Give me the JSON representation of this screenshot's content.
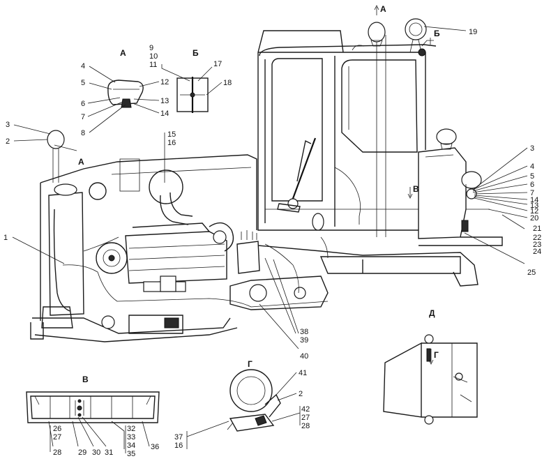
{
  "view_letters": {
    "a_top": "А",
    "b_top": "Б",
    "v_mid": "В",
    "a_inset": "А",
    "b_inset": "Б",
    "a_lamp": "А",
    "v_inset": "В",
    "g_inset": "Г",
    "d_inset": "Д",
    "g_arrow": "Г"
  },
  "callouts": {
    "c1": "1",
    "c2a": "2",
    "c3a": "3",
    "c4a": "4",
    "c5a": "5",
    "c6a": "6",
    "c7a": "7",
    "c8a": "8",
    "c9": "9",
    "c10": "10",
    "c11": "11",
    "c12a": "12",
    "c13a": "13",
    "c14a": "14",
    "c15": "15",
    "c16a": "16",
    "c17": "17",
    "c18": "18",
    "c19": "19",
    "c3b": "3",
    "c4b": "4",
    "c5b": "5",
    "c6b": "6",
    "c7b": "7",
    "c14b": "14",
    "c13b": "13",
    "c12b": "12",
    "c20": "20",
    "c21": "21",
    "c22": "22",
    "c23": "23",
    "c24": "24",
    "c25": "25",
    "c38": "38",
    "c39": "39",
    "c40": "40",
    "c26": "26",
    "c27a": "27",
    "c28a": "28",
    "c29": "29",
    "c30": "30",
    "c31": "31",
    "c32": "32",
    "c33": "33",
    "c34": "34",
    "c35": "35",
    "c36": "36",
    "c41": "41",
    "c2b": "2",
    "c42": "42",
    "c27b": "27",
    "c28b": "28",
    "c37": "37",
    "c16b": "16"
  }
}
